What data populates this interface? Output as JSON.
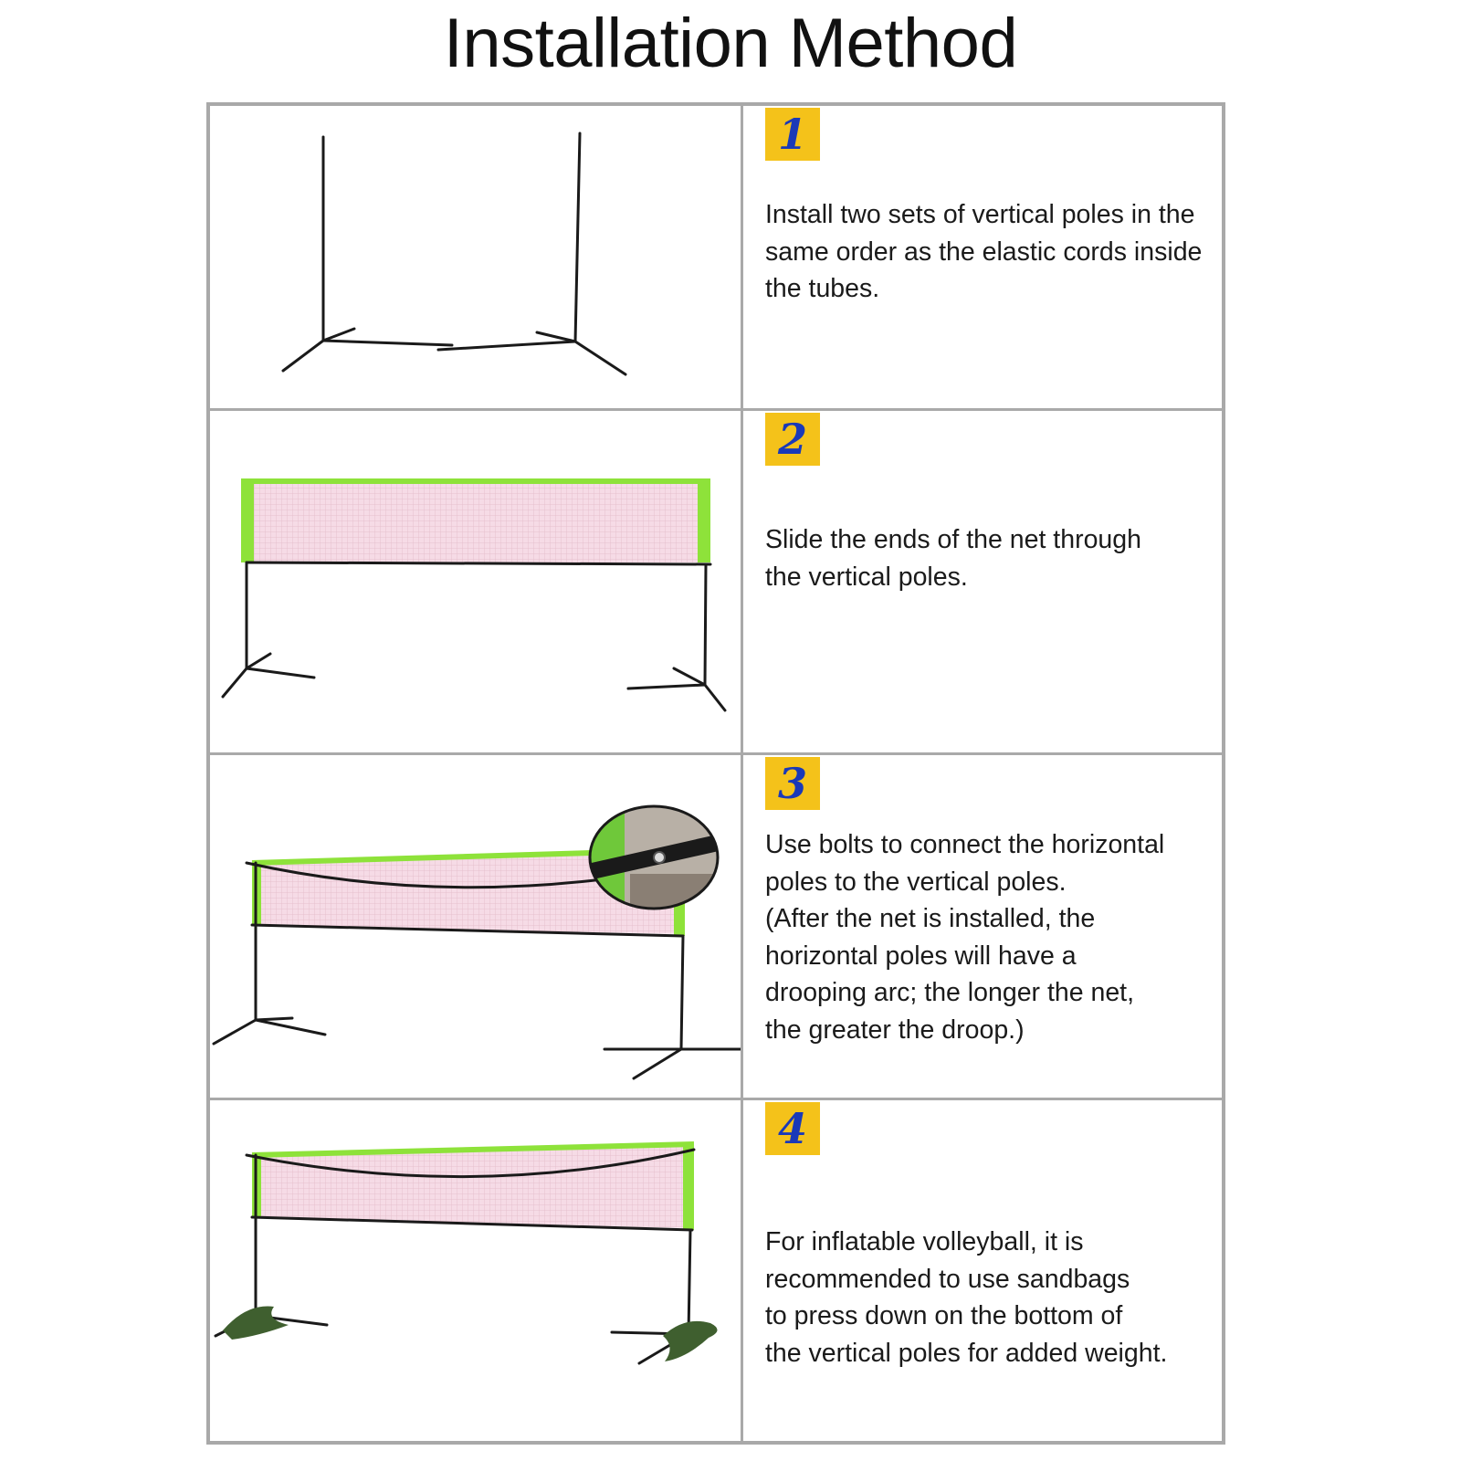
{
  "title": "Installation Method",
  "steps": [
    {
      "number": "1",
      "text": "Install two sets of vertical poles in the\nsame order as the elastic cords inside\nthe tubes."
    },
    {
      "number": "2",
      "text": "Slide the ends of the net through\nthe vertical poles."
    },
    {
      "number": "3",
      "text": "Use bolts to connect the horizontal\npoles to the vertical poles.\n(After the net is installed, the\nhorizontal poles will have a\ndrooping arc; the longer the net,\nthe greater the droop.)"
    },
    {
      "number": "4",
      "text": "For inflatable volleyball, it is\nrecommended to use sandbags\nto press down on the bottom of\nthe vertical poles for added weight."
    }
  ],
  "colors": {
    "badge": "#f4c21a",
    "badge_number": "#1a39b8",
    "frame": "#a9a9a9",
    "net_border": "#8ee23a",
    "net_fill": "#f6dbe6",
    "pole": "#1a1a1a",
    "sandbag": "#3f5f2f"
  }
}
